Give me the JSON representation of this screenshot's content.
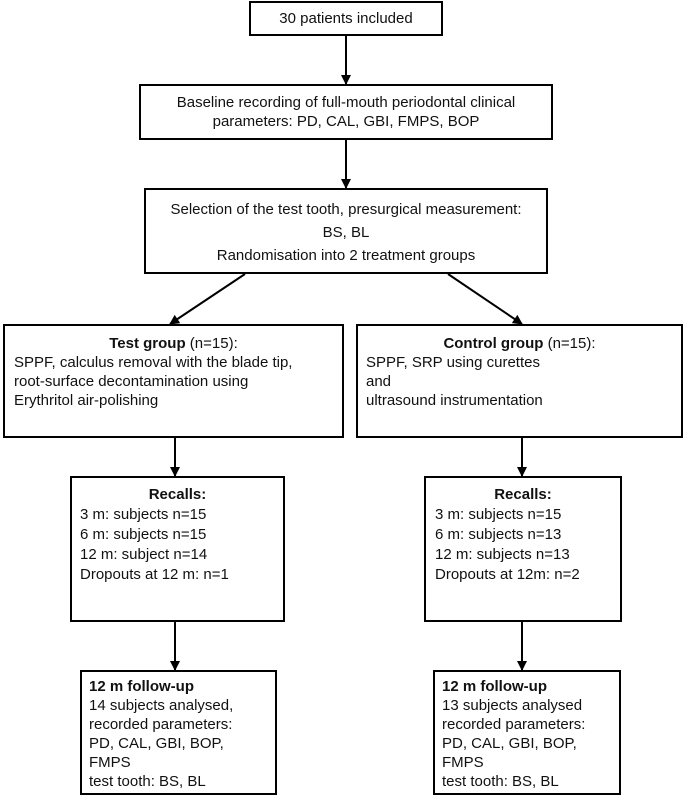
{
  "box1": {
    "text": "30 patients included"
  },
  "box2": {
    "line1": "Baseline recording of full-mouth periodontal clinical",
    "line2": "parameters: PD, CAL, GBI, FMPS, BOP"
  },
  "box3": {
    "line1": "Selection of the test tooth, presurgical measurement:",
    "line2": "BS, BL",
    "line3": "Randomisation into 2 treatment groups"
  },
  "test_group": {
    "title": "Test group",
    "n": " (n=15):",
    "line1": "SPPF, calculus removal with the blade tip,",
    "line2": "root-surface decontamination using",
    "line3": "Erythritol air-polishing"
  },
  "control_group": {
    "title": "Control group",
    "n": " (n=15):",
    "line1": "SPPF, SRP using curettes",
    "line2": "and",
    "line3": "ultrasound instrumentation"
  },
  "test_recalls": {
    "title": "Recalls:",
    "items": [
      "3 m: subjects n=15",
      "6 m: subjects n=15",
      "12 m: subject n=14",
      "Dropouts at 12 m: n=1"
    ]
  },
  "control_recalls": {
    "title": "Recalls:",
    "items": [
      "3 m: subjects n=15",
      "6 m: subjects n=13",
      "12 m: subjects n=13",
      "Dropouts at 12m: n=2"
    ]
  },
  "test_followup": {
    "title": "12 m follow-up",
    "items": [
      "14 subjects analysed,",
      "recorded parameters:",
      "PD, CAL, GBI, BOP,",
      "FMPS",
      "test tooth: BS, BL"
    ]
  },
  "control_followup": {
    "title": "12 m follow-up",
    "items": [
      "13 subjects analysed",
      "recorded parameters:",
      "PD, CAL, GBI, BOP,",
      "FMPS",
      "test tooth: BS, BL"
    ]
  }
}
